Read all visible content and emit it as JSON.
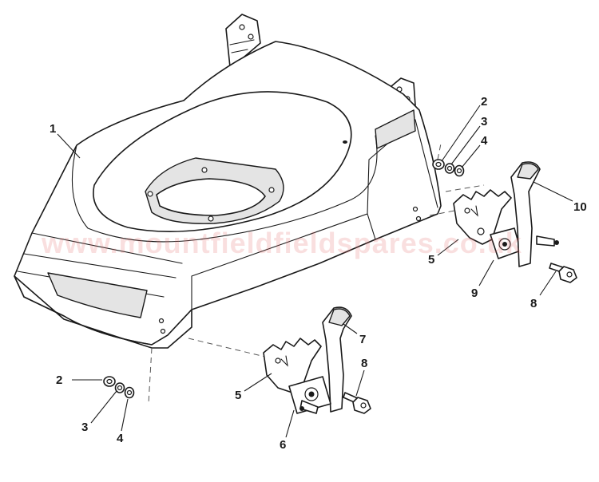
{
  "watermark": "www.mountfieldfieldspares.co.uk",
  "callouts": [
    {
      "id": "c1",
      "text": "1"
    },
    {
      "id": "c2a",
      "text": "2"
    },
    {
      "id": "c3a",
      "text": "3"
    },
    {
      "id": "c4a",
      "text": "4"
    },
    {
      "id": "c10",
      "text": "10"
    },
    {
      "id": "c5a",
      "text": "5"
    },
    {
      "id": "c9",
      "text": "9"
    },
    {
      "id": "c8a",
      "text": "8"
    },
    {
      "id": "c7",
      "text": "7"
    },
    {
      "id": "c8b",
      "text": "8"
    },
    {
      "id": "c2b",
      "text": "2"
    },
    {
      "id": "c5b",
      "text": "5"
    },
    {
      "id": "c3b",
      "text": "3"
    },
    {
      "id": "c4b",
      "text": "4"
    },
    {
      "id": "c6",
      "text": "6"
    }
  ],
  "colors": {
    "line": "#1a1a1a",
    "watermark": "#e26e6e"
  }
}
